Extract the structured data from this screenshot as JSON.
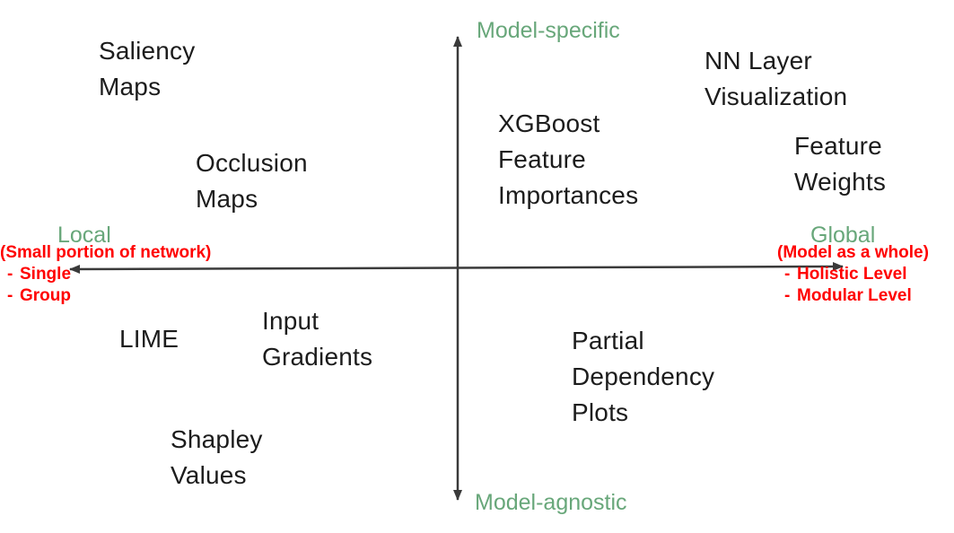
{
  "colors": {
    "axis_label_green": "#68a77a",
    "annotation_red": "#ff0000",
    "method_text": "#1c1c1c",
    "axis_line": "#3a3a3a"
  },
  "axes": {
    "vertical": {
      "top": "Model-specific",
      "bottom": "Model-agnostic"
    },
    "horizontal": {
      "left": "Local",
      "right": "Global"
    }
  },
  "annotations": {
    "left": {
      "heading": "(Small portion of network)",
      "bullet": "-",
      "items": [
        "Single",
        "Group"
      ]
    },
    "right": {
      "heading": "(Model as a whole)",
      "bullet": "-",
      "items": [
        "Holistic Level",
        "Modular Level"
      ]
    }
  },
  "methods": {
    "saliency_maps": "Saliency\nMaps",
    "occlusion_maps": "Occlusion\nMaps",
    "xgboost_feature_importances": "XGBoost\nFeature\nImportances",
    "nn_layer_visualization": "NN Layer\nVisualization",
    "feature_weights": "Feature\nWeights",
    "lime": "LIME",
    "input_gradients": "Input\nGradients",
    "shapley_values": "Shapley\nValues",
    "partial_dependency_plots": "Partial\nDependency\nPlots"
  }
}
